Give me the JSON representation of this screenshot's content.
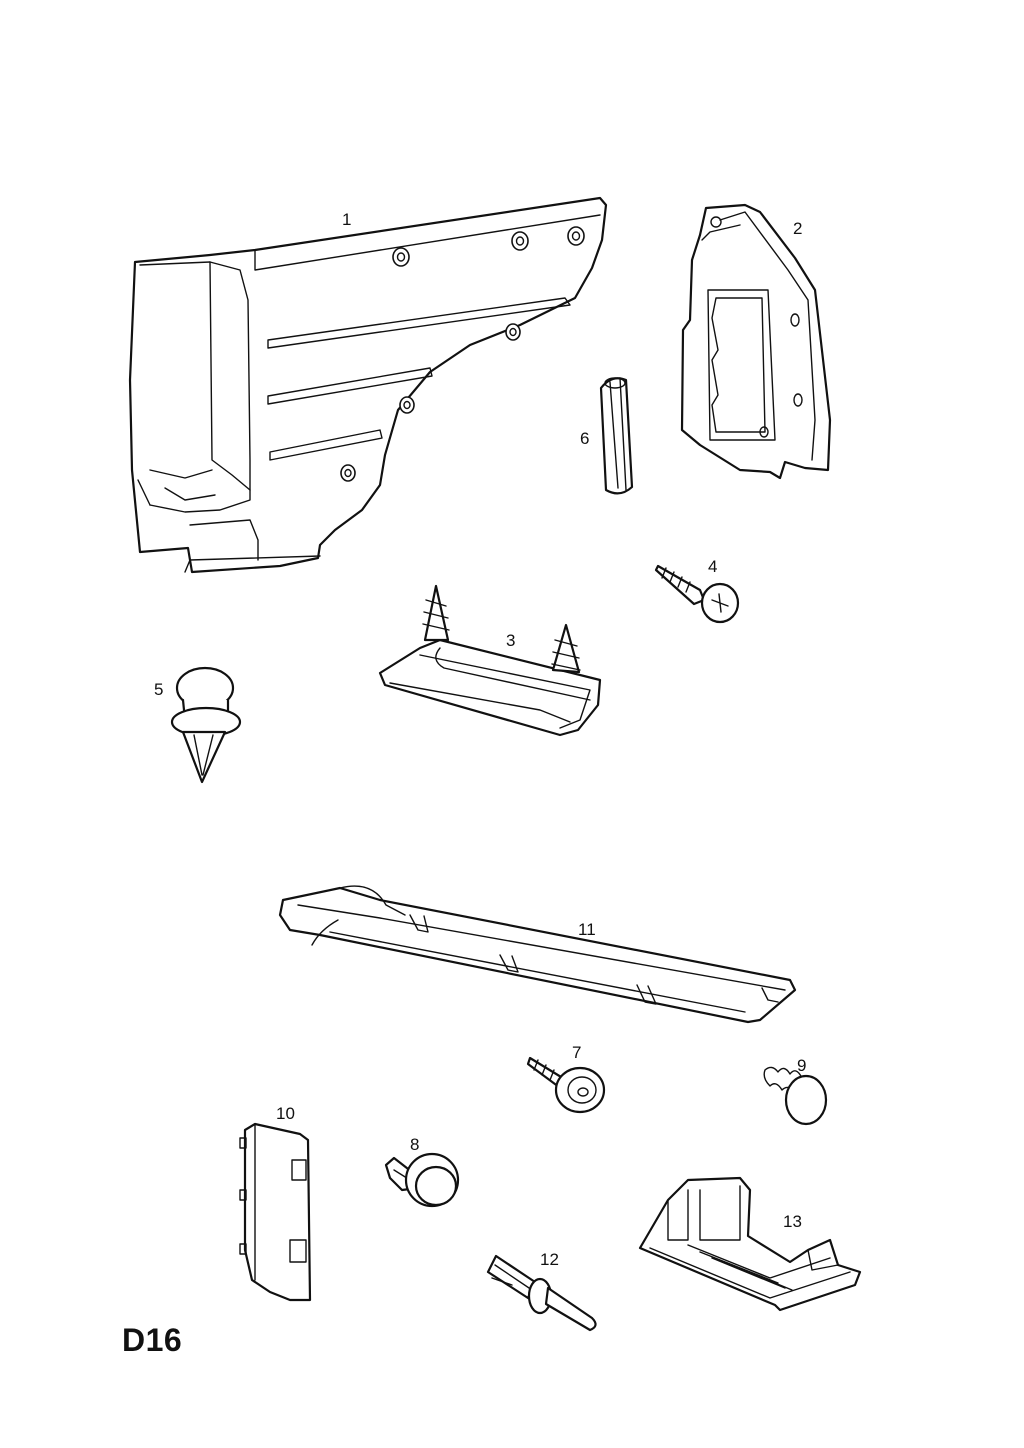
{
  "sheet": {
    "code": "D16"
  },
  "callouts": {
    "c1": "1",
    "c2": "2",
    "c3": "3",
    "c4": "4",
    "c5": "5",
    "c6": "6",
    "c7": "7",
    "c8": "8",
    "c9": "9",
    "c10": "10",
    "c11": "11",
    "c12": "12",
    "c13": "13"
  },
  "colors": {
    "line": "#111111",
    "background": "#ffffff"
  }
}
